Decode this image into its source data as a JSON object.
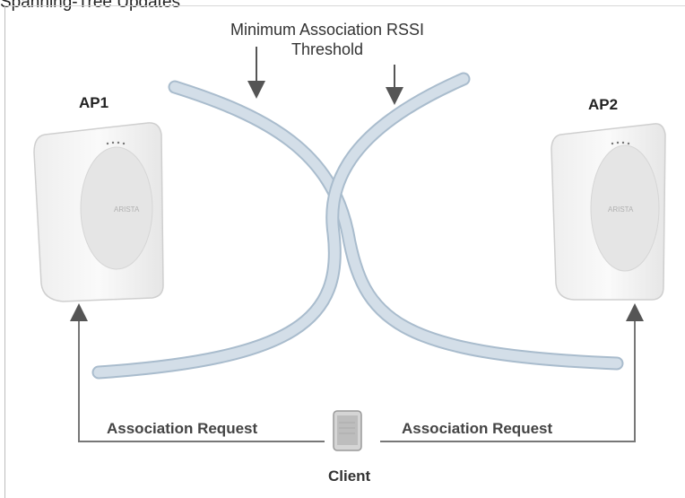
{
  "top_caption": "Spanning-Tree Updates",
  "threshold_title": {
    "line1": "Minimum Association RSSI",
    "line2": "Threshold"
  },
  "access_points": [
    {
      "label": "AP1",
      "brand": "ARISTA"
    },
    {
      "label": "AP2",
      "brand": "ARISTA"
    }
  ],
  "requests": {
    "left": "Association Request",
    "right": "Association Request"
  },
  "client": {
    "label": "Client"
  },
  "colors": {
    "curve_fill": "#cfdbe6",
    "curve_edge": "#a9bccd",
    "arrow": "#555555",
    "line": "#777777",
    "ap_body": "#f7f7f7",
    "ap_face": "#e8e8e8"
  }
}
